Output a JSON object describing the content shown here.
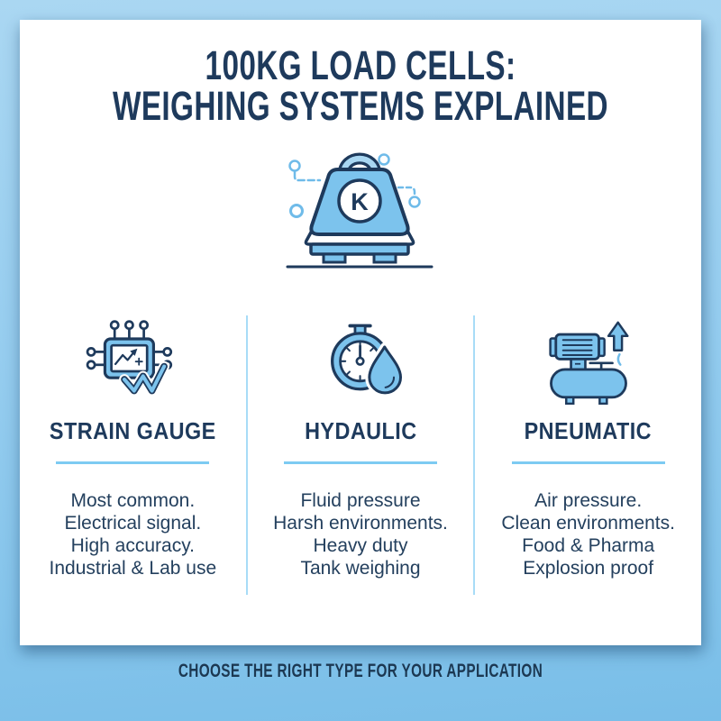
{
  "colors": {
    "navy": "#1e3a5c",
    "body_text": "#24405e",
    "icon_fill": "#7cc3ed",
    "icon_fill_light": "#a9d7f2",
    "accent_line": "#7dcbf2",
    "divider": "#a8dcf7",
    "background_top": "#aad7f2",
    "background_bottom": "#79bee8",
    "card": "#ffffff"
  },
  "title": {
    "line1": "100KG LOAD CELLS:",
    "line2": "WEIGHING SYSTEMS EXPLAINED"
  },
  "hero": {
    "icon": "weight-on-scale-icon",
    "weight_label": "K"
  },
  "columns": [
    {
      "icon": "strain-gauge-chip-icon",
      "title": "STRAIN GAUGE",
      "lines": [
        "Most common.",
        "Electrical signal.",
        "High accuracy.",
        "Industrial & Lab use"
      ]
    },
    {
      "icon": "hydraulic-gauge-droplet-icon",
      "title": "HYDAULIC",
      "lines": [
        "Fluid pressure",
        "Harsh environments.",
        "Heavy duty",
        "Tank weighing"
      ]
    },
    {
      "icon": "pneumatic-compressor-icon",
      "title": "PNEUMATIC",
      "lines": [
        "Air pressure.",
        "Clean environments.",
        "Food & Pharma",
        "Explosion proof"
      ]
    }
  ],
  "footer": {
    "text": "CHOOSE THE RIGHT TYPE FOR YOUR APPLICATION"
  }
}
